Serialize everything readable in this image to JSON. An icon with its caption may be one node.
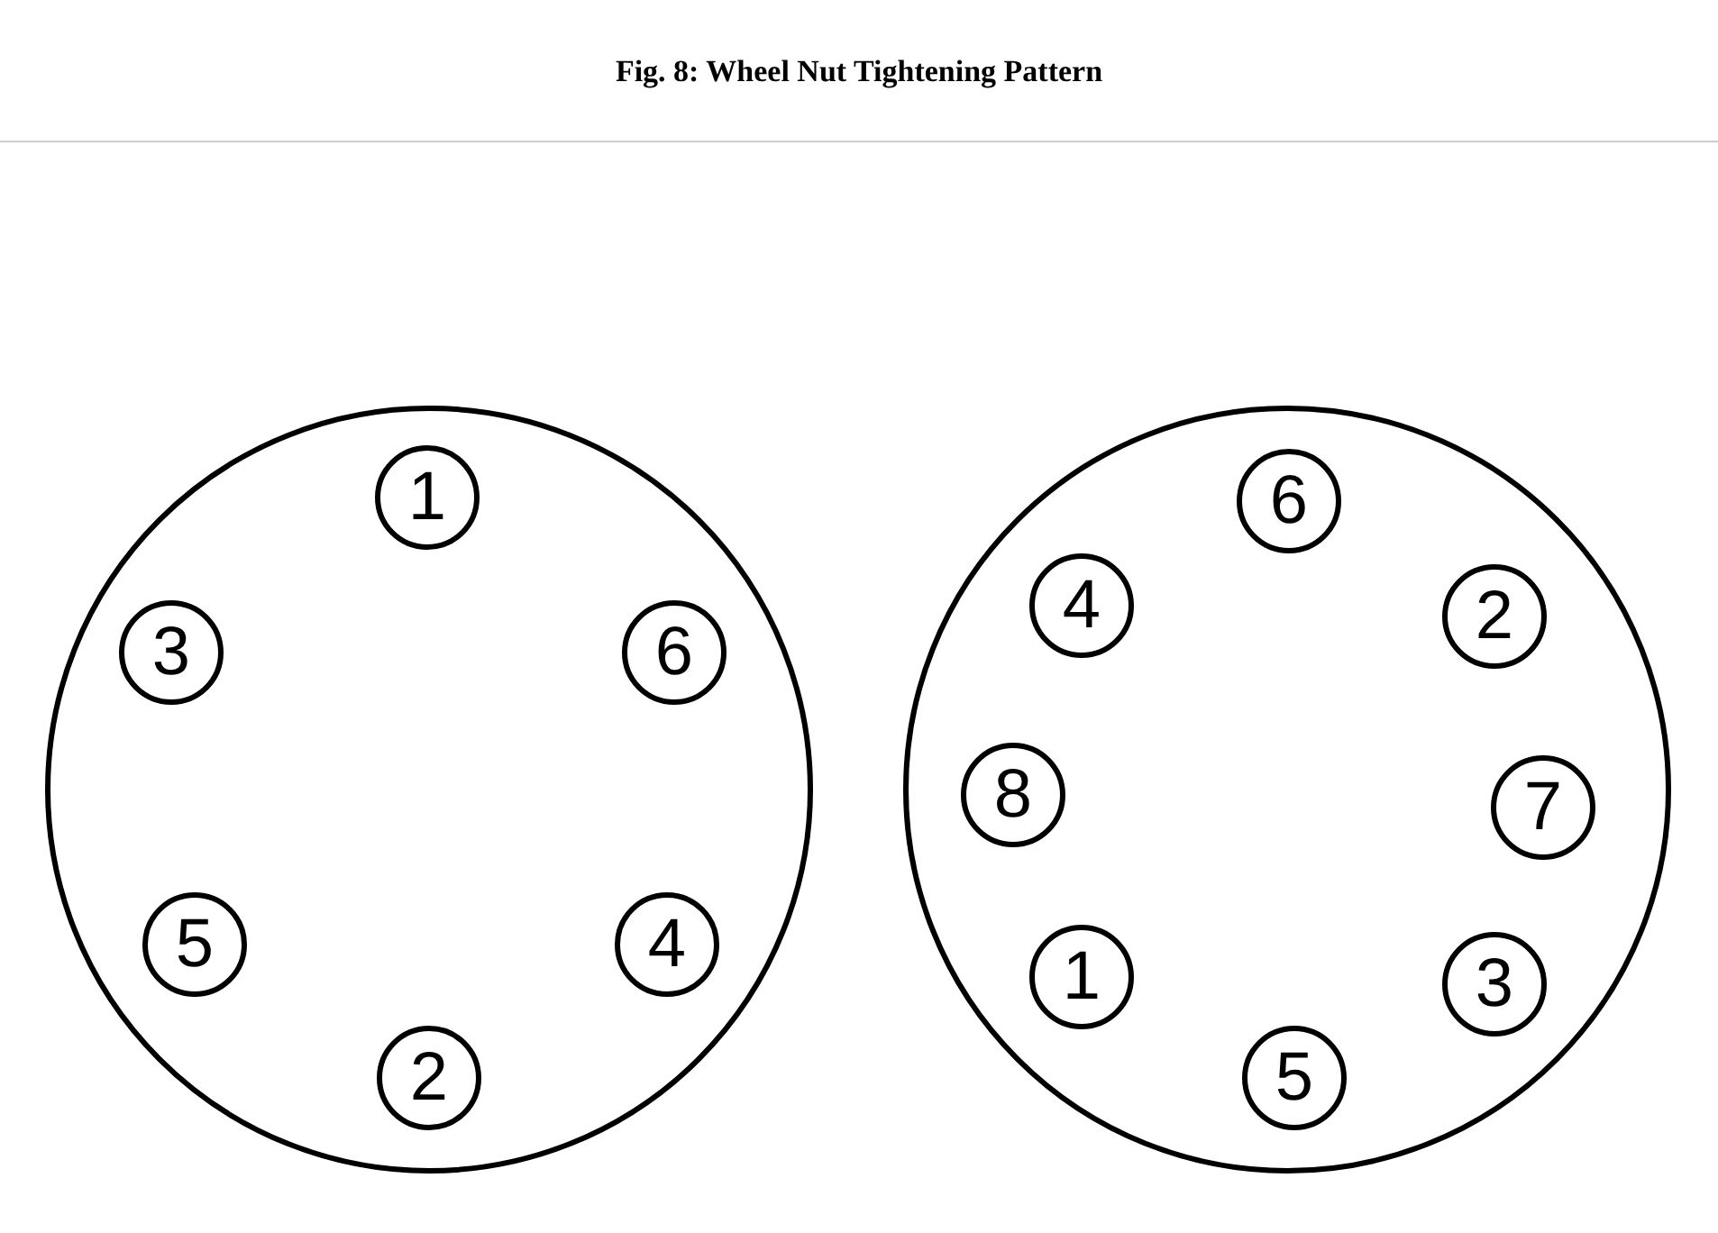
{
  "diagram": {
    "title": "Fig. 8: Wheel Nut Tightening Pattern",
    "nodes": [
      {
        "text": [],
        "shape": "circle"
      },
      {
        "text": [
          "1"
        ],
        "in": 0
      },
      {
        "text": [
          "3"
        ],
        "in": 0
      },
      {
        "text": [
          "6"
        ],
        "in": 0
      },
      {
        "text": [
          "5"
        ],
        "in": 0
      },
      {
        "text": [
          "4"
        ],
        "in": 0
      },
      {
        "text": [
          "2"
        ],
        "in": 0
      },
      {
        "text": [],
        "shape": "circle"
      },
      {
        "text": [
          "6"
        ],
        "in": 7
      },
      {
        "text": [
          "4"
        ],
        "in": 7
      },
      {
        "text": [
          "2"
        ],
        "in": 7
      },
      {
        "text": [
          "8"
        ],
        "in": 7
      },
      {
        "text": [
          "7"
        ],
        "in": 7
      },
      {
        "text": [
          "1"
        ],
        "in": 7
      },
      {
        "text": [
          "3"
        ],
        "in": 7
      },
      {
        "text": [
          "5"
        ],
        "in": 7
      }
    ]
  }
}
